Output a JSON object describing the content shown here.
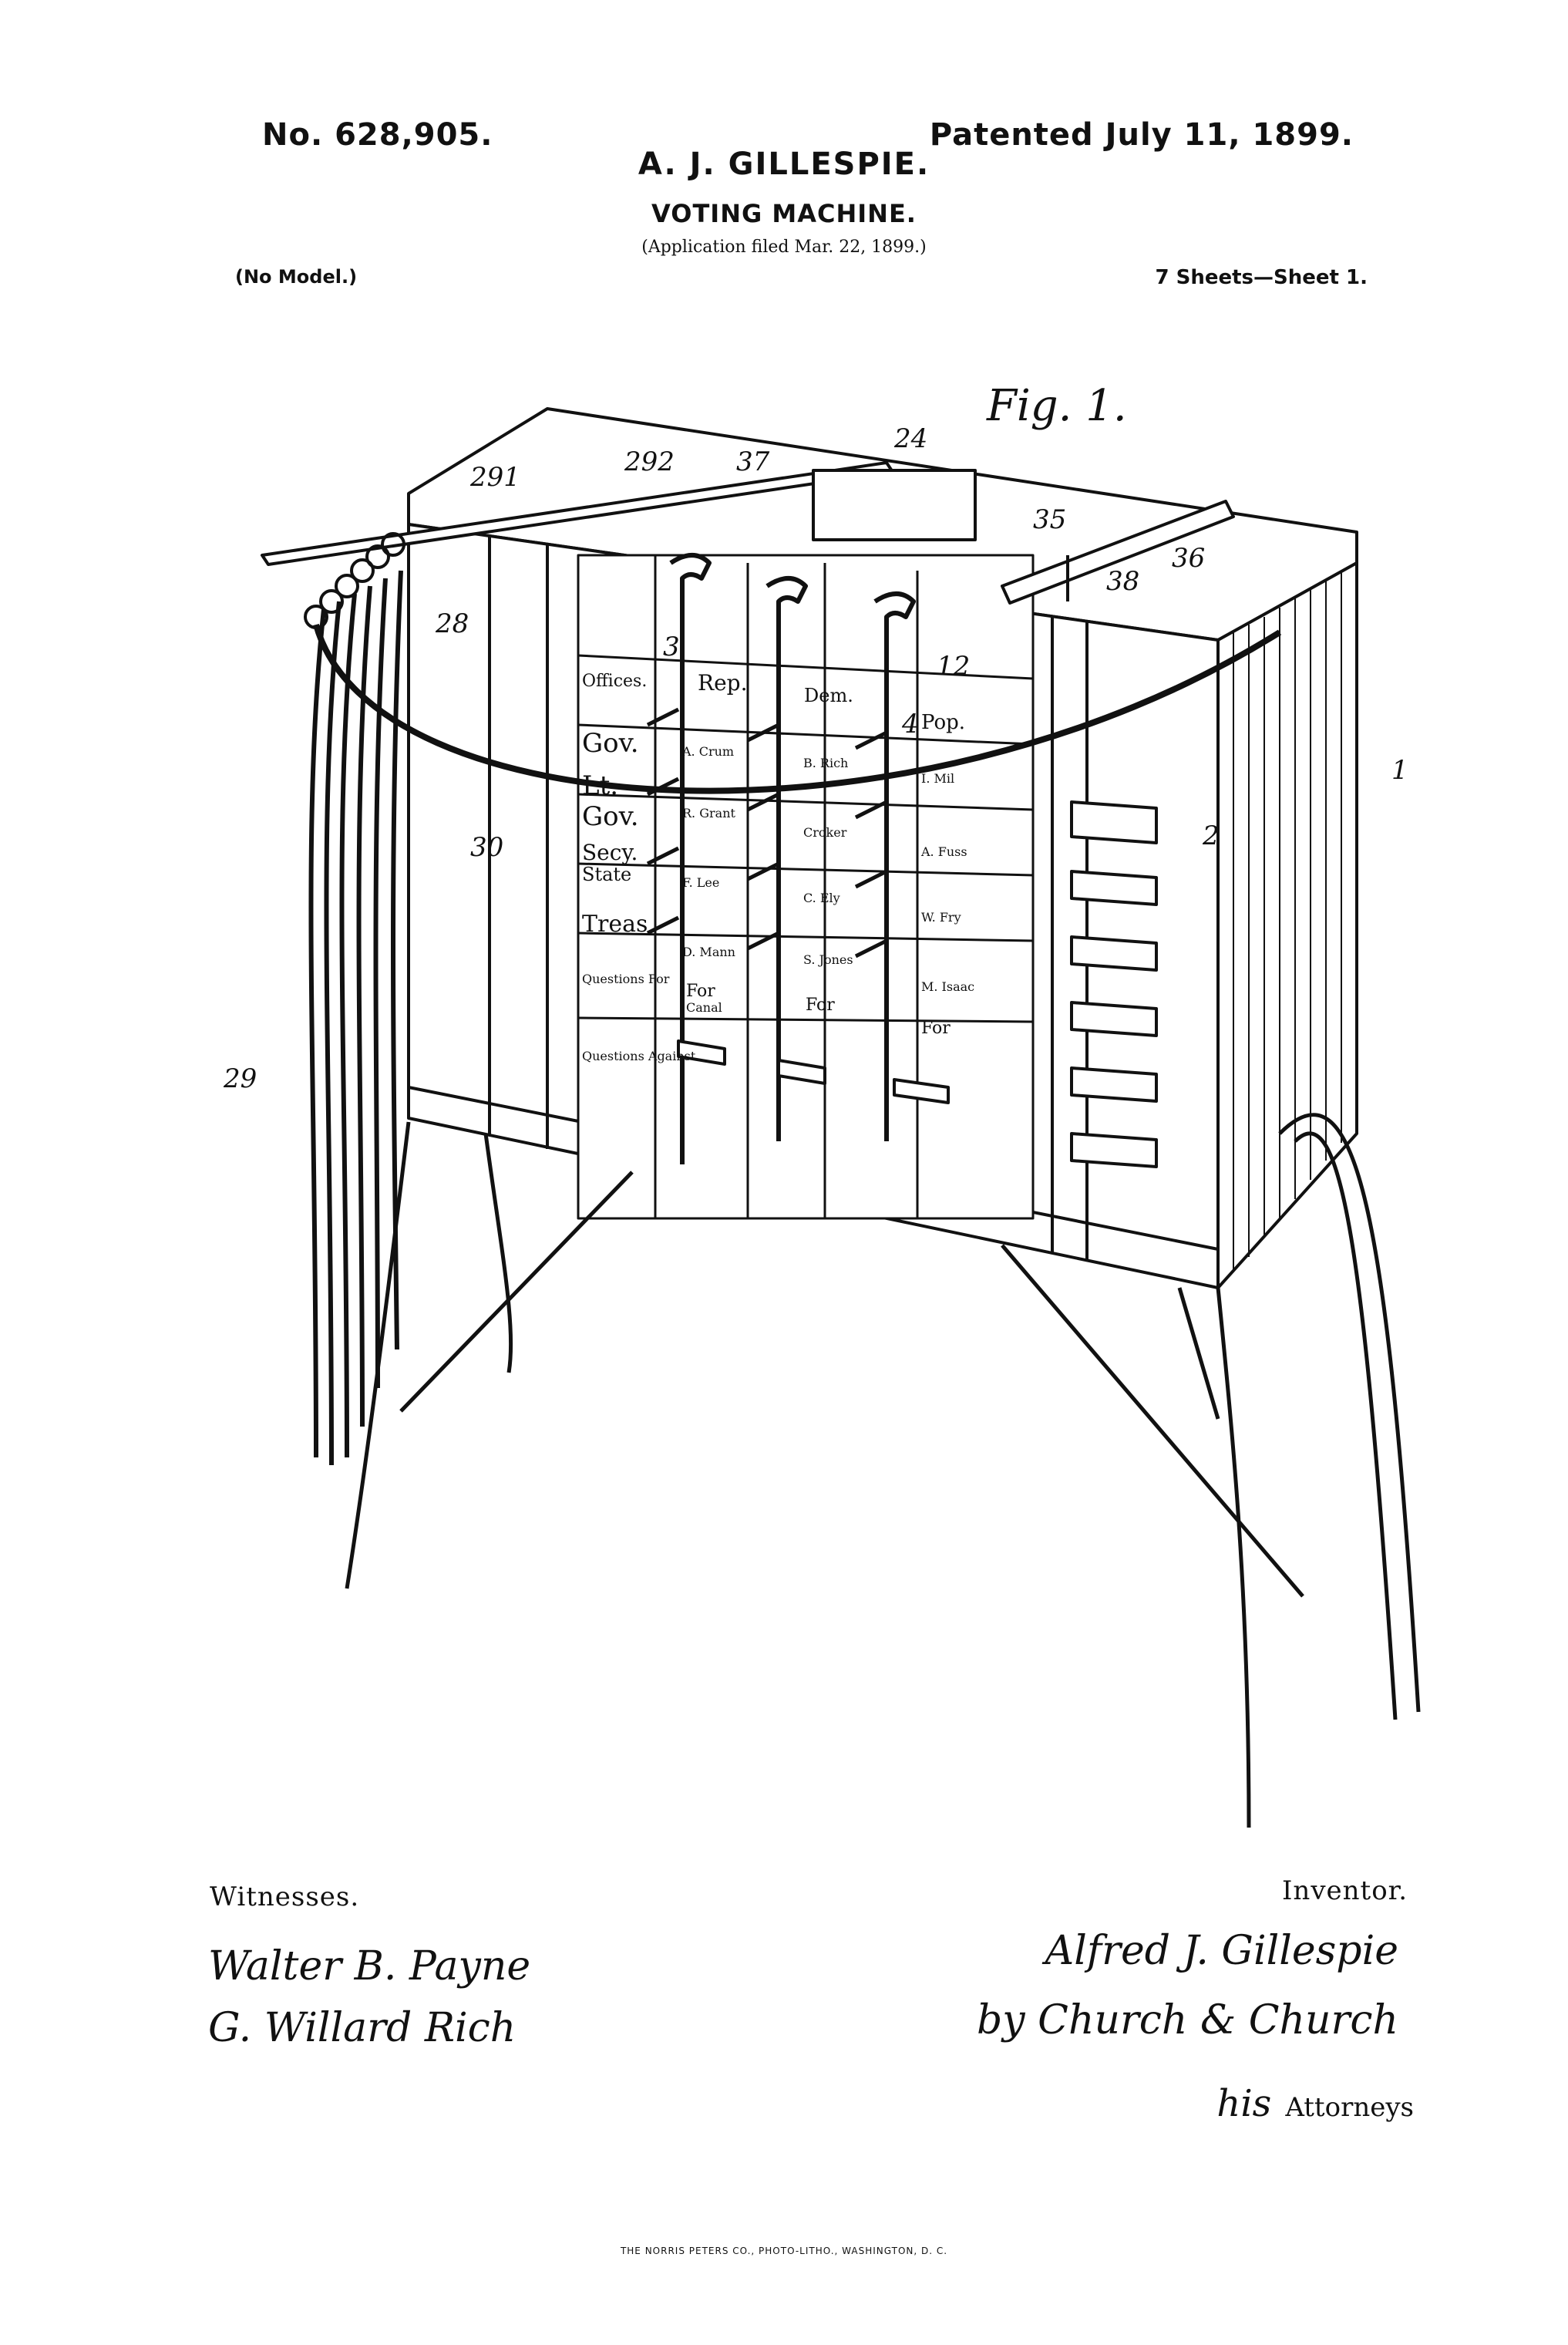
{
  "header": {
    "patent_number": "No. 628,905.",
    "patent_date": "Patented July 11, 1899.",
    "inventor": "A. J. GILLESPIE.",
    "title": "VOTING MACHINE.",
    "application": "(Application filed Mar. 22, 1899.)",
    "model": "(No Model.)",
    "sheets": "7 Sheets—Sheet 1."
  },
  "figure": {
    "caption": "Fig. 1.",
    "reference_numerals": [
      "1",
      "2",
      "3",
      "4",
      "12",
      "24",
      "28",
      "29",
      "30",
      "35",
      "36",
      "37",
      "38",
      "291",
      "292"
    ],
    "ballot": {
      "offices": [
        "Offices.",
        "Gov.",
        "Lt.",
        "Gov.",
        "Secy.",
        "State",
        "Treas",
        "Questions For",
        "Questions Against"
      ],
      "parties": [
        "Rep.",
        "Dem.",
        "Pop."
      ],
      "rep_candidates": [
        "A. Crum",
        "R. Grant",
        "F. Lee",
        "D. Mann"
      ],
      "dem_candidates": [
        "B. Rich",
        "Croker",
        "C. Ely",
        "S. Jones"
      ],
      "pop_candidates": [
        "I. Mil",
        "A. Fuss",
        "W. Fry",
        "M. Isaac"
      ],
      "for_labels": [
        "For",
        "Canal",
        "For",
        "For"
      ]
    }
  },
  "signatures": {
    "witnesses_label": "Witnesses.",
    "witness_1": "Walter B. Payne",
    "witness_2": "G. Willard Rich",
    "inventor_label": "Inventor.",
    "inventor_signature": "Alfred J. Gillespie",
    "attorney_signature": "by Church & Church",
    "his": "his",
    "attorneys_label": "Attorneys"
  },
  "footer": "THE NORRIS PETERS CO., PHOTO-LITHO., WASHINGTON, D. C."
}
